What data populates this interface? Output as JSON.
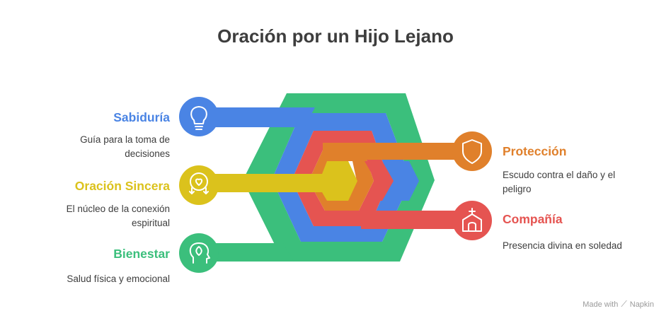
{
  "title": "Oración por un Hijo Lejano",
  "items": [
    {
      "label": "Sabiduría",
      "description": "Guía para la toma de decisiones",
      "color": "#4a84e4",
      "icon": "lightbulb-icon"
    },
    {
      "label": "Oración Sincera",
      "description": "El núcleo de la conexión espiritual",
      "color": "#dbc21c",
      "icon": "hearts-hands-icon"
    },
    {
      "label": "Bienestar",
      "description": "Salud física y emocional",
      "color": "#3bbf7c",
      "icon": "head-leaf-icon"
    },
    {
      "label": "Protección",
      "description": "Escudo contra el daño y el peligro",
      "color": "#e0802b",
      "icon": "shield-icon"
    },
    {
      "label": "Compañía",
      "description": "Presencia divina en soledad",
      "color": "#e55451",
      "icon": "church-icon"
    }
  ],
  "footer": {
    "made_with": "Made with",
    "brand": "Napkin"
  }
}
